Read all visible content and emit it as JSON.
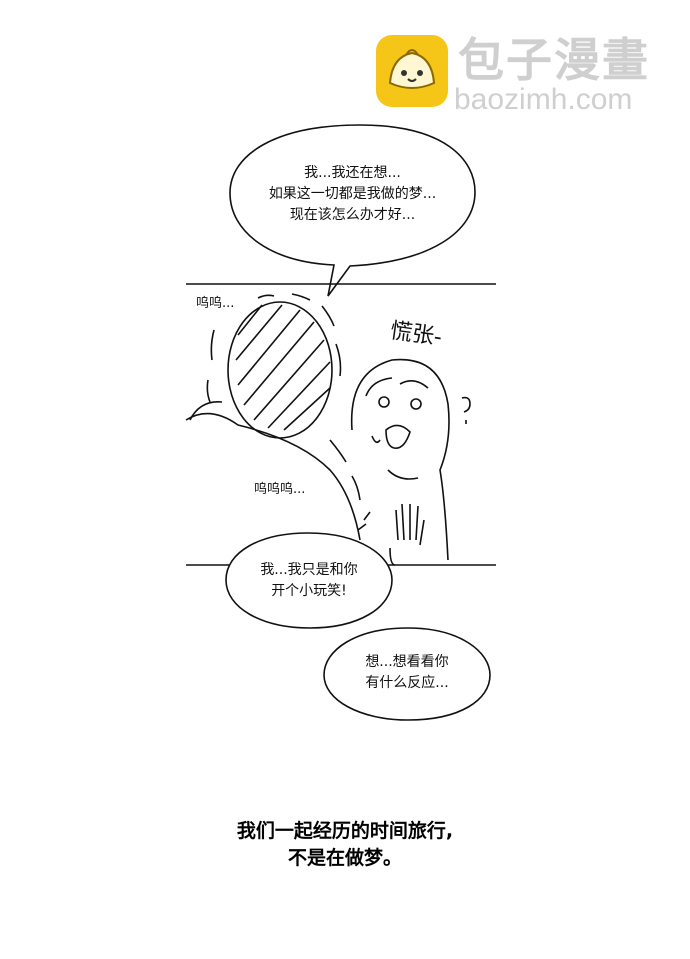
{
  "watermark": {
    "title": "包子漫畫",
    "url": "baozimh.com"
  },
  "bubble_top": {
    "line1": "我...我还在想...",
    "line2": "如果这一切都是我做的梦...",
    "line3": "现在该怎么办才好..."
  },
  "panel": {
    "sfx_sob_1": "呜呜...",
    "sfx_sob_2": "呜呜呜...",
    "sfx_panic": "慌张-"
  },
  "bubble_mid": {
    "line1": "我...我只是和你",
    "line2": "开个小玩笑!"
  },
  "bubble_low": {
    "line1": "想...想看看你",
    "line2": "有什么反应..."
  },
  "caption": {
    "line1": "我们一起经历的时间旅行,",
    "line2": "不是在做梦。"
  }
}
